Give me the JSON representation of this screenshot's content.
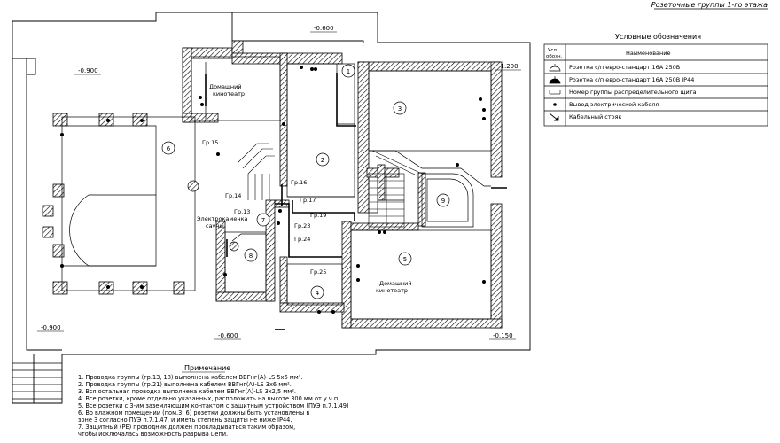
{
  "sheet": {
    "title": "Розеточные группы 1-го этажа"
  },
  "levels": [
    "-0.600",
    "-1.200",
    "-0.900",
    "-0.900",
    "-0.600",
    "-0.150"
  ],
  "rooms": [
    "1",
    "2",
    "3",
    "4",
    "5",
    "6",
    "7",
    "8",
    "9"
  ],
  "groups": [
    "Гр.13",
    "Гр.14",
    "Гр.15",
    "Гр.16",
    "Гр.17",
    "Гр.19",
    "Гр.23",
    "Гр.24",
    "Гр.25"
  ],
  "labels": {
    "home_theater": "Домашний кинотеатр",
    "sauna_heater": "Электрокаменка сауны"
  },
  "legend": {
    "title": "Условные обозначения",
    "col_symbol": "Усл. обозн.",
    "col_name": "Наименование",
    "rows": [
      {
        "icon": "socket-icon",
        "name": "Розетка с/п евро-стандарт 16А 250В"
      },
      {
        "icon": "socket-ip44-icon",
        "name": "Розетка с/п евро-стандарт 16А 250В IP44"
      },
      {
        "icon": "group-number-icon",
        "name": "Номер группы распределительного щита"
      },
      {
        "icon": "cable-outlet-icon",
        "name": "Вывод электрической кабеля"
      },
      {
        "icon": "cable-riser-icon",
        "name": "Кабельный стояк"
      }
    ]
  },
  "notes": {
    "title": "Примечание",
    "items": [
      "1. Проводка группы (гр.13, 18) выполнена кабелем ВВГнг(А)-LS 5х6 мм².",
      "2. Проводка группы (гр.21) выполнена кабелем ВВГнг(А)-LS 3х6 мм².",
      "3. Вся остальная проводка выполнена кабелем ВВГнг(А)-LS 3х2,5 мм².",
      "4. Все розетки, кроме отдельно указанных, расположить на высоте 300 мм от у.ч.п.",
      "5. Все розетки с 3-им заземляющим контактом с защитным устройством (ПУЭ п.7.1.49)",
      "6. Во влажном помещении (пом.3, 6)  розетки должны быть установлены в",
      "   зоне 3 согласно ПУЭ п.7.1.47, и иметь степень защиты не ниже IP44.",
      "7. Защитный (PE) проводник должен прокладываться таким образом,",
      "чтобы исключалась возможность разрыва цепи."
    ]
  }
}
